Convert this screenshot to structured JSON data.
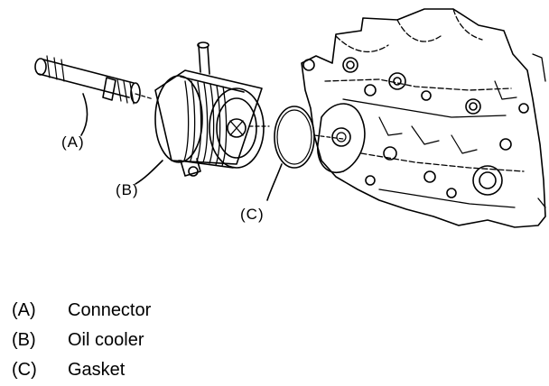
{
  "callouts": {
    "a": "(A)",
    "b": "(B)",
    "c": "(C)"
  },
  "legend": [
    {
      "key": "(A)",
      "label": "Connector"
    },
    {
      "key": "(B)",
      "label": "Oil cooler"
    },
    {
      "key": "(C)",
      "label": "Gasket"
    }
  ]
}
